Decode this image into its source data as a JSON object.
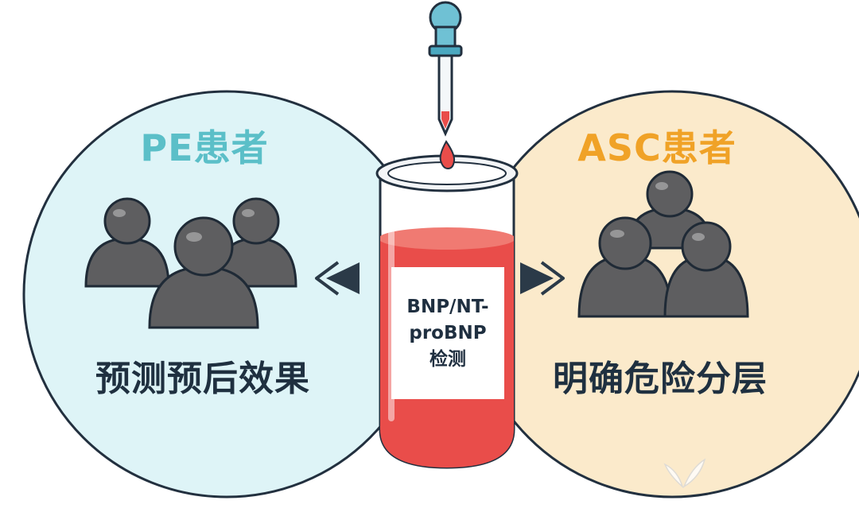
{
  "left": {
    "title": "PE患者",
    "caption": "预测预后效果"
  },
  "right": {
    "title": "ASC患者",
    "caption": "明确危险分层"
  },
  "tube": {
    "line1": "BNP/NT-",
    "line2": "proBNP",
    "line3": "检测"
  },
  "colors": {
    "left_circle": "#def4f7",
    "right_circle": "#fbeacb",
    "outline": "#22303f",
    "person": "#5e5e60",
    "blood": "#e94d4a",
    "teal_accent": "#5bbfc8",
    "orange_accent": "#f0a227"
  }
}
